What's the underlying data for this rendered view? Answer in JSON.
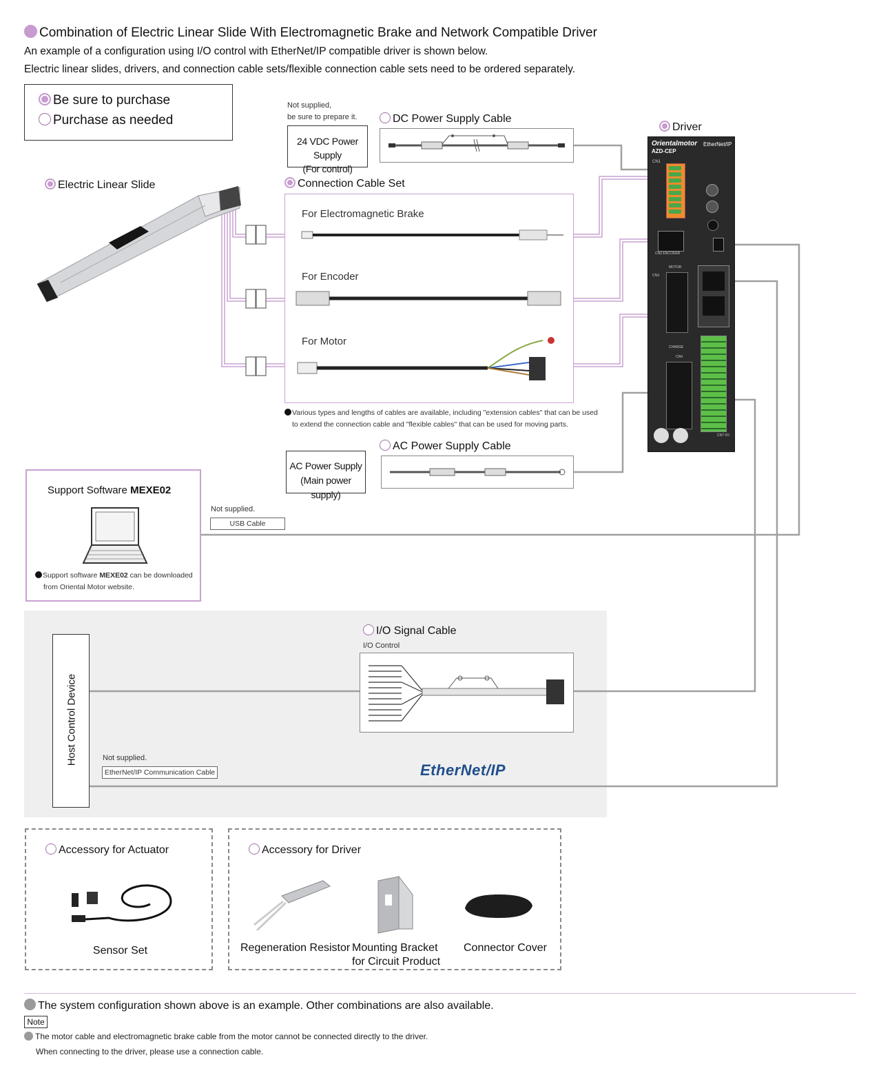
{
  "header": {
    "title": "Combination of Electric Linear Slide With Electromagnetic Brake and Network Compatible Driver",
    "line1": "An example of a configuration using I/O control with EtherNet/IP compatible driver is shown below.",
    "line2": "Electric linear slides, drivers, and connection cable sets/flexible connection cable sets need to be ordered separately."
  },
  "legend": {
    "purchase": "Be sure to purchase",
    "as_needed": "Purchase as needed"
  },
  "power24": {
    "note1": "Not supplied,",
    "note2": "be sure to prepare it.",
    "label1": "24 VDC Power Supply",
    "label2": "(For control)"
  },
  "dc_cable": {
    "title": "DC Power Supply Cable"
  },
  "driver": {
    "title": "Driver",
    "brand": "Orientalmotor",
    "model": "AZD-CEP",
    "net": "EtherNet/IP",
    "cn1": "CN1",
    "cn2": "CN2",
    "encoder": "ENCODER",
    "motor": "MOTOR",
    "cn3": "CN3",
    "cn4": "CN4",
    "charge": "CHARGE",
    "cn7": "CN7 I/O"
  },
  "slide": {
    "title": "Electric Linear Slide"
  },
  "cable_set": {
    "title": "Connection Cable Set",
    "brake": "For Electromagnetic Brake",
    "encoder": "For Encoder",
    "motor": "For Motor",
    "note1": "Various types and lengths of cables are available, including \"extension cables\" that can be used",
    "note2": "to extend the connection cable and \"flexible cables\" that can be used for moving parts."
  },
  "ac": {
    "label1": "AC Power Supply",
    "label2": "(Main power supply)",
    "cable_title": "AC Power Supply Cable"
  },
  "software": {
    "title_prefix": "Support Software",
    "title_name": "MEXE02",
    "note_prefix": "Support software",
    "note_name": "MEXE02",
    "note_suffix": "can be downloaded",
    "note2": "from Oriental Motor website."
  },
  "usb": {
    "note": "Not supplied.",
    "label": "USB Cable"
  },
  "io": {
    "title": "I/O Signal Cable",
    "subtitle": "I/O Control"
  },
  "host": {
    "label": "Host Control Device"
  },
  "ethernet": {
    "note": "Not supplied.",
    "label": "EtherNet/IP Communication Cable",
    "logo_a": "Ether",
    "logo_b": "Net",
    "logo_c": "/IP"
  },
  "acc_actuator": {
    "title": "Accessory for Actuator",
    "item": "Sensor Set"
  },
  "acc_driver": {
    "title": "Accessory for Driver",
    "items": [
      "Regeneration Resistor",
      "Mounting Bracket",
      "for Circuit Product",
      "Connector Cover"
    ]
  },
  "footer": {
    "line1": "The system configuration shown above is an example. Other combinations are also available.",
    "note_label": "Note",
    "line2": "The motor cable and electromagnetic brake cable from the motor cannot be connected directly to the driver.",
    "line3": "When connecting to the driver, please use a connection cable."
  },
  "colors": {
    "accent": "#c79bd0",
    "line_purple": "#c9a0d2",
    "line_gray": "#9c9c9c",
    "ethernet_blue": "#1f4e8c"
  }
}
